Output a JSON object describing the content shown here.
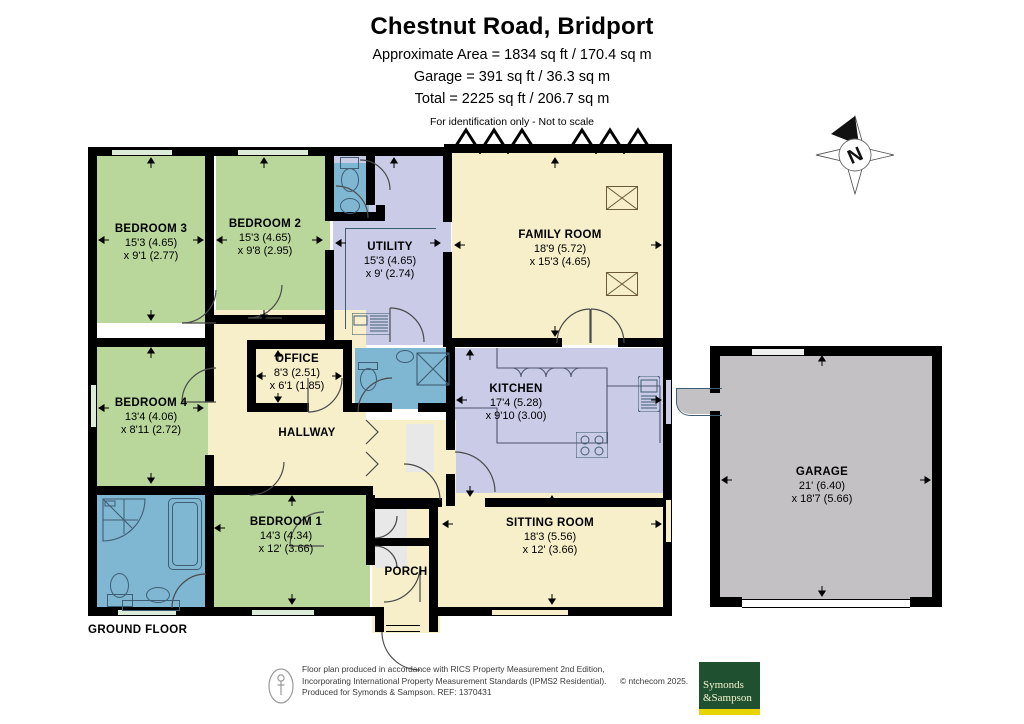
{
  "header": {
    "title": "Chestnut Road, Bridport",
    "approx_area": "Approximate Area = 1834 sq ft / 170.4 sq m",
    "garage_area": "Garage = 391 sq ft / 36.3 sq m",
    "total_area": "Total = 2225 sq ft / 206.7 sq m",
    "notice": "For identification only - Not to scale"
  },
  "floor_label": "GROUND FLOOR",
  "compass": {
    "letter": "N"
  },
  "rooms": [
    {
      "name": "BEDROOM 3",
      "d1": "15'3 (4.65)",
      "d2": "x 9'1 (2.77)",
      "color": "#b9d69b"
    },
    {
      "name": "BEDROOM 2",
      "d1": "15'3 (4.65)",
      "d2": "x 9'8 (2.95)",
      "color": "#b9d69b"
    },
    {
      "name": "UTILITY",
      "d1": "15'3 (4.65)",
      "d2": "x 9' (2.74)",
      "color": "#c9cbe7"
    },
    {
      "name": "FAMILY ROOM",
      "d1": "18'9 (5.72)",
      "d2": "x 15'3 (4.65)",
      "color": "#f6efca"
    },
    {
      "name": "OFFICE",
      "d1": "8'3 (2.51)",
      "d2": "x 6'1 (1.85)",
      "color": "#f6efca"
    },
    {
      "name": "KITCHEN",
      "d1": "17'4 (5.28)",
      "d2": "x 9'10 (3.00)",
      "color": "#c9cbe7"
    },
    {
      "name": "BEDROOM 4",
      "d1": "13'4 (4.06)",
      "d2": "x 8'11 (2.72)",
      "color": "#b9d69b"
    },
    {
      "name": "HALLWAY",
      "d1": "",
      "d2": "",
      "color": "#f6efca"
    },
    {
      "name": "BEDROOM 1",
      "d1": "14'3 (4.34)",
      "d2": "x 12' (3.66)",
      "color": "#b9d69b"
    },
    {
      "name": "SITTING ROOM",
      "d1": "18'3 (5.56)",
      "d2": "x 12' (3.66)",
      "color": "#f6efca"
    },
    {
      "name": "PORCH",
      "d1": "",
      "d2": "",
      "color": "#f6efca"
    },
    {
      "name": "GARAGE",
      "d1": "21' (6.40)",
      "d2": "x 18'7 (5.66)",
      "color": "#c4c1c4"
    }
  ],
  "footer": {
    "line1": "Floor plan produced in accordance with RICS Property Measurement 2nd Edition,",
    "line2": "Incorporating International Property Measurement Standards (IPMS2 Residential).",
    "line3": "Produced for Symonds & Sampson.    REF:  1370431",
    "copyright": "© ntchecom 2025.",
    "logo_line1": "Symonds",
    "logo_line2": "&Sampson"
  },
  "palette": {
    "green": "#b9d69b",
    "cream": "#f6efca",
    "purple": "#c9cbe7",
    "blue": "#7fb6d2",
    "grey": "#c4c1c4",
    "wall": "#000000",
    "logo_green": "#1f5131",
    "logo_yellow": "#e8d400"
  }
}
